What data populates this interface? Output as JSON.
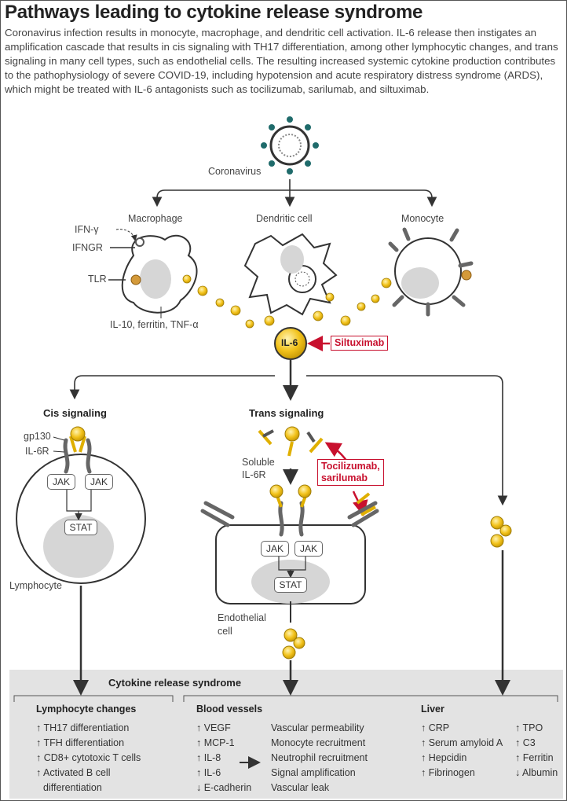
{
  "title": "Pathways leading to cytokine release syndrome",
  "intro": "Coronavirus infection results in monocyte, macrophage, and dendritic cell activation. IL-6 release then instigates an amplification cascade that results in cis signaling with TH17 differentiation, among other lymphocytic changes, and trans signaling in many cell types, such as endothelial cells. The resulting increased systemic cytokine production contributes to the pathophysiology of severe COVID-19, including hypotension and acute respiratory distress syndrome (ARDS), which might be treated with IL-6 antagonists such as tocilizumab, sarilumab, and siltuximab.",
  "labels": {
    "coronavirus": "Coronavirus",
    "macrophage": "Macrophage",
    "dendritic_cell": "Dendritic cell",
    "monocyte": "Monocyte",
    "ifn_gamma": "IFN-γ",
    "ifngr": "IFNGR",
    "tlr": "TLR",
    "macrophage_products": "IL-10, ferritin, TNF-α",
    "il6": "IL-6",
    "siltuximab": "Siltuximab",
    "cis_signaling": "Cis signaling",
    "trans_signaling": "Trans signaling",
    "gp130": "gp130",
    "il6r": "IL-6R",
    "soluble": "Soluble",
    "il6r2": "IL-6R",
    "toci_1": "Tocilizumab,",
    "toci_2": "sarilumab",
    "jak": "JAK",
    "stat": "STAT",
    "lymphocyte": "Lymphocyte",
    "endothelial_1": "Endothelial",
    "endothelial_2": "cell"
  },
  "syndrome": {
    "title": "Cytokine release syndrome",
    "lymphocyte_changes": {
      "title": "Lymphocyte changes",
      "items": [
        "↑ TH17 differentiation",
        "↑ TFH differentiation",
        "↑ CD8+ cytotoxic T cells",
        "↑ Activated B cell",
        "differentiation"
      ]
    },
    "blood_vessels": {
      "title": "Blood vessels",
      "markers": [
        "↑ VEGF",
        "↑ MCP-1",
        "↑ IL-8",
        "↑ IL-6",
        "↓ E-cadherin"
      ],
      "effects": [
        "Vascular permeability",
        "Monocyte recruitment",
        "Neutrophil recruitment",
        "Signal amplification",
        "Vascular leak"
      ]
    },
    "liver": {
      "title": "Liver",
      "col1": [
        "↑ CRP",
        "↑ Serum amyloid A",
        "↑ Hepcidin",
        "↑ Fibrinogen"
      ],
      "col2": [
        "↑ TPO",
        "↑ C3",
        "↑ Ferritin",
        "↓ Albumin"
      ]
    }
  },
  "colors": {
    "il6": "#f2c21b",
    "antagonist": "#c8102e",
    "panel": "#e3e3e3",
    "cell": "#d6d6d6"
  }
}
